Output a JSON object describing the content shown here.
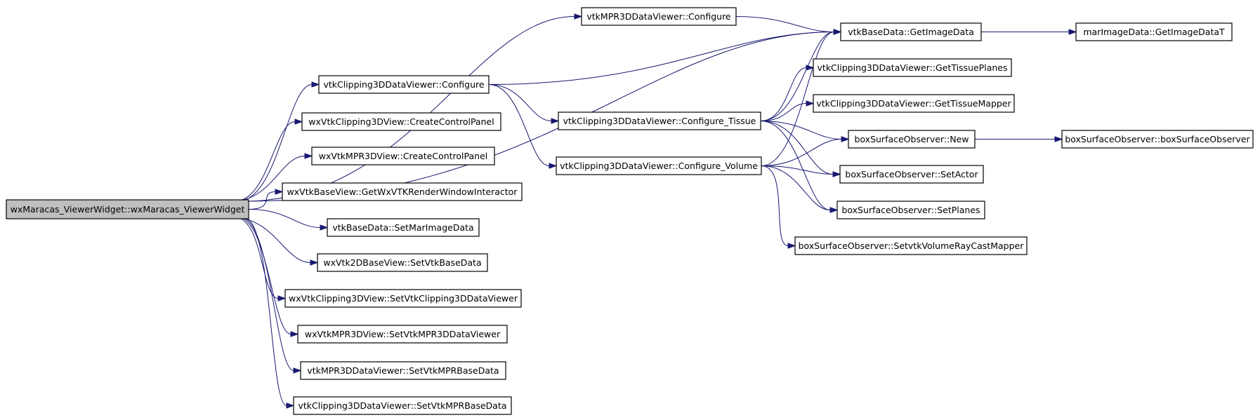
{
  "diagram": {
    "type": "call-graph",
    "colors": {
      "edge": "#191970",
      "root_fill": "#bfbfbf",
      "node_fill": "#ffffff",
      "node_border": "#000000"
    },
    "nodes": [
      {
        "id": "root",
        "label": "wxMaracas_ViewerWidget::wxMaracas_ViewerWidget",
        "root": true
      },
      {
        "id": "mpr3d_configure",
        "label": "vtkMPR3DDataViewer::Configure"
      },
      {
        "id": "clip3d_configure",
        "label": "vtkClipping3DDataViewer::Configure"
      },
      {
        "id": "wxclip_ccp",
        "label": "wxVtkClipping3DView::CreateControlPanel"
      },
      {
        "id": "wxmpr_ccp",
        "label": "wxVtkMPR3DView::CreateControlPanel"
      },
      {
        "id": "wxbase_getrwi",
        "label": "wxVtkBaseView::GetWxVTKRenderWindowInteractor"
      },
      {
        "id": "basedata_setmar",
        "label": "vtkBaseData::SetMarImageData"
      },
      {
        "id": "wx2d_setbase",
        "label": "wxVtk2DBaseView::SetVtkBaseData"
      },
      {
        "id": "wxclip_setviewer",
        "label": "wxVtkClipping3DView::SetVtkClipping3DDataViewer"
      },
      {
        "id": "wxmpr_setviewer",
        "label": "wxVtkMPR3DView::SetVtkMPR3DDataViewer"
      },
      {
        "id": "mpr3d_setmprbase",
        "label": "vtkMPR3DDataViewer::SetVtkMPRBaseData"
      },
      {
        "id": "clip3d_setmprbase",
        "label": "vtkClipping3DDataViewer::SetVtkMPRBaseData"
      },
      {
        "id": "basedata_getimage",
        "label": "vtkBaseData::GetImageData"
      },
      {
        "id": "mar_getimaget",
        "label": "marImageData::GetImageDataT"
      },
      {
        "id": "clip3d_conf_tissue",
        "label": "vtkClipping3DDataViewer::Configure_Tissue"
      },
      {
        "id": "clip3d_conf_volume",
        "label": "vtkClipping3DDataViewer::Configure_Volume"
      },
      {
        "id": "clip3d_gettissueplanes",
        "label": "vtkClipping3DDataViewer::GetTissuePlanes"
      },
      {
        "id": "clip3d_gettissuemapper",
        "label": "vtkClipping3DDataViewer::GetTissueMapper"
      },
      {
        "id": "bso_new",
        "label": "boxSurfaceObserver::New"
      },
      {
        "id": "bso_ctor",
        "label": "boxSurfaceObserver::boxSurfaceObserver"
      },
      {
        "id": "bso_setactor",
        "label": "boxSurfaceObserver::SetActor"
      },
      {
        "id": "bso_setplanes",
        "label": "boxSurfaceObserver::SetPlanes"
      },
      {
        "id": "bso_setraycast",
        "label": "boxSurfaceObserver::SetvtkVolumeRayCastMapper"
      }
    ],
    "edges": [
      {
        "from": "root",
        "to": "mpr3d_configure"
      },
      {
        "from": "root",
        "to": "basedata_getimage"
      },
      {
        "from": "root",
        "to": "clip3d_configure"
      },
      {
        "from": "root",
        "to": "wxclip_ccp"
      },
      {
        "from": "root",
        "to": "wxmpr_ccp"
      },
      {
        "from": "root",
        "to": "wxbase_getrwi"
      },
      {
        "from": "root",
        "to": "basedata_setmar"
      },
      {
        "from": "root",
        "to": "wx2d_setbase"
      },
      {
        "from": "root",
        "to": "wxclip_setviewer"
      },
      {
        "from": "root",
        "to": "wxmpr_setviewer"
      },
      {
        "from": "root",
        "to": "mpr3d_setmprbase"
      },
      {
        "from": "root",
        "to": "clip3d_setmprbase"
      },
      {
        "from": "mpr3d_configure",
        "to": "basedata_getimage"
      },
      {
        "from": "clip3d_configure",
        "to": "basedata_getimage"
      },
      {
        "from": "clip3d_configure",
        "to": "clip3d_conf_tissue"
      },
      {
        "from": "clip3d_configure",
        "to": "clip3d_conf_volume"
      },
      {
        "from": "basedata_getimage",
        "to": "mar_getimaget"
      },
      {
        "from": "clip3d_conf_tissue",
        "to": "basedata_getimage"
      },
      {
        "from": "clip3d_conf_tissue",
        "to": "clip3d_gettissueplanes"
      },
      {
        "from": "clip3d_conf_tissue",
        "to": "clip3d_gettissuemapper"
      },
      {
        "from": "clip3d_conf_tissue",
        "to": "bso_new"
      },
      {
        "from": "clip3d_conf_tissue",
        "to": "bso_setactor"
      },
      {
        "from": "clip3d_conf_tissue",
        "to": "bso_setplanes"
      },
      {
        "from": "clip3d_conf_volume",
        "to": "basedata_getimage"
      },
      {
        "from": "clip3d_conf_volume",
        "to": "bso_new"
      },
      {
        "from": "clip3d_conf_volume",
        "to": "bso_setactor"
      },
      {
        "from": "clip3d_conf_volume",
        "to": "bso_setplanes"
      },
      {
        "from": "clip3d_conf_volume",
        "to": "bso_setraycast"
      },
      {
        "from": "bso_new",
        "to": "bso_ctor"
      }
    ]
  }
}
